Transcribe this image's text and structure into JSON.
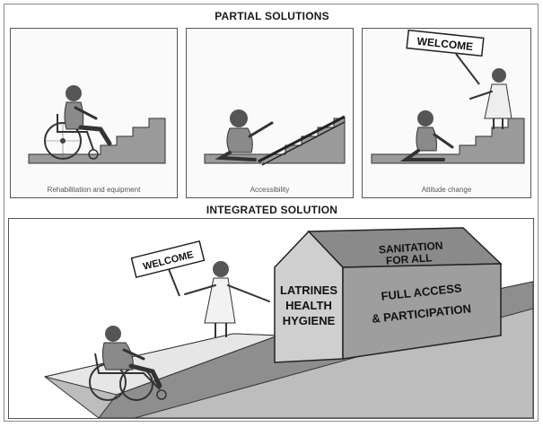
{
  "top_title": "PARTIAL SOLUTIONS",
  "panels": [
    {
      "caption": "Rehabilitation and equipment"
    },
    {
      "caption": "Accessibility"
    },
    {
      "caption": "Attitude change",
      "sign": "WELCOME"
    }
  ],
  "bottom_title": "INTEGRATED SOLUTION",
  "integrated": {
    "sign": "WELCOME",
    "roof_text": [
      "SANITATION",
      "FOR ALL"
    ],
    "left_wall": [
      "LATRINES",
      "HEALTH",
      "HYGIENE"
    ],
    "right_wall": [
      "FULL ACCESS",
      "& PARTICIPATION"
    ]
  }
}
